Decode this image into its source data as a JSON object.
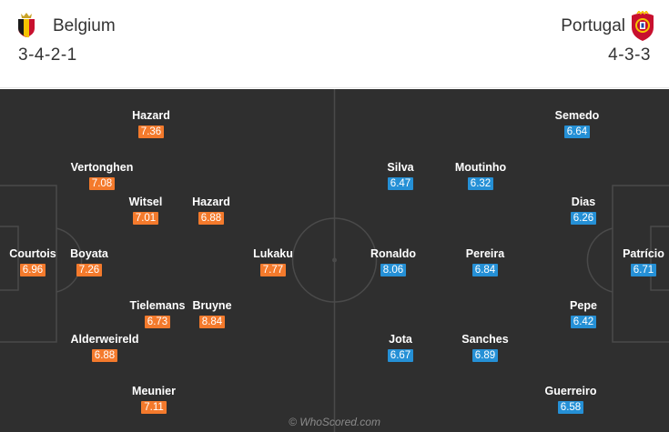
{
  "home": {
    "name": "Belgium",
    "formation": "3-4-2-1",
    "crest_icon": "belgium-crest-icon",
    "rating_color": "#f47a2c",
    "players": [
      {
        "name": "Hazard",
        "rating": "7.36"
      },
      {
        "name": "Vertonghen",
        "rating": "7.08"
      },
      {
        "name": "Witsel",
        "rating": "7.01"
      },
      {
        "name": "Hazard",
        "rating": "6.88"
      },
      {
        "name": "Courtois",
        "rating": "6.96"
      },
      {
        "name": "Boyata",
        "rating": "7.26"
      },
      {
        "name": "Lukaku",
        "rating": "7.77"
      },
      {
        "name": "Tielemans",
        "rating": "6.73"
      },
      {
        "name": "Bruyne",
        "rating": "8.84"
      },
      {
        "name": "Alderweireld",
        "rating": "6.88"
      },
      {
        "name": "Meunier",
        "rating": "7.11"
      }
    ]
  },
  "away": {
    "name": "Portugal",
    "formation": "4-3-3",
    "crest_icon": "portugal-crest-icon",
    "rating_color": "#2590d6",
    "players": [
      {
        "name": "Semedo",
        "rating": "6.64"
      },
      {
        "name": "Silva",
        "rating": "6.47"
      },
      {
        "name": "Moutinho",
        "rating": "6.32"
      },
      {
        "name": "Dias",
        "rating": "6.26"
      },
      {
        "name": "Ronaldo",
        "rating": "8.06"
      },
      {
        "name": "Pereira",
        "rating": "6.84"
      },
      {
        "name": "Patrício",
        "rating": "6.71"
      },
      {
        "name": "Pepe",
        "rating": "6.42"
      },
      {
        "name": "Jota",
        "rating": "6.67"
      },
      {
        "name": "Sanches",
        "rating": "6.89"
      },
      {
        "name": "Guerreiro",
        "rating": "6.58"
      }
    ]
  },
  "pitch": {
    "background_color": "#2f2f2f",
    "line_color": "#4a4a4a"
  },
  "watermark": "© WhoScored.com"
}
